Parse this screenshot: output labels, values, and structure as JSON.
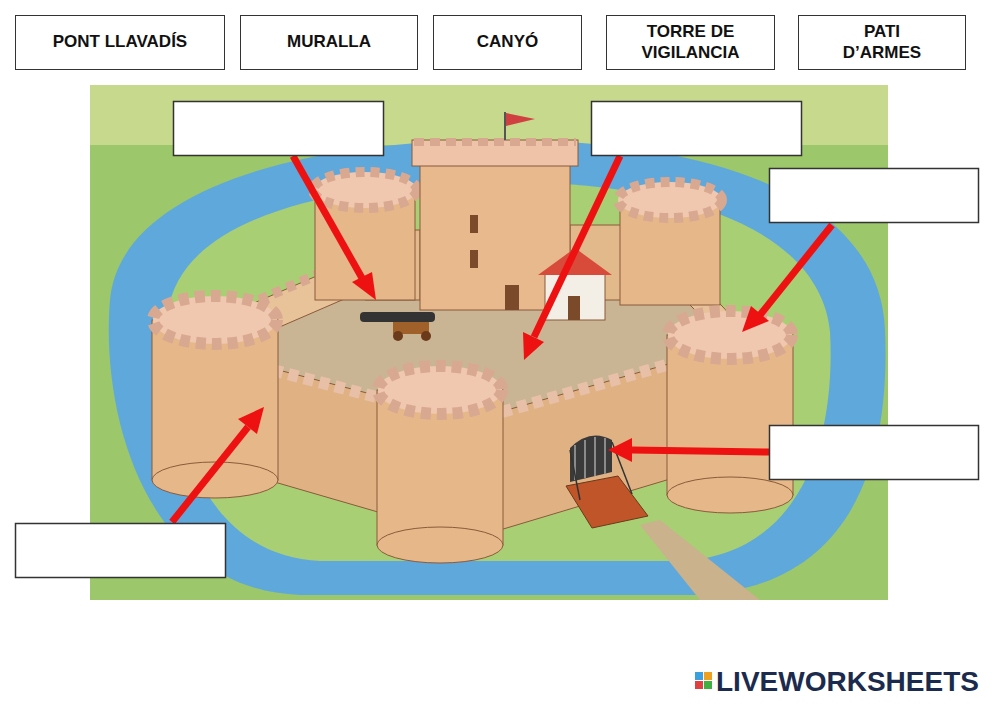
{
  "diagram": {
    "nodes": [
      {
        "text": [
          "PONT LLAVADÍS"
        ]
      },
      {
        "text": [
          "MURALLA"
        ]
      },
      {
        "text": [
          "CANYÓ"
        ]
      },
      {
        "text": [
          "TORRE DE VIGILANCIA"
        ]
      },
      {
        "text": [
          "PATI D’ARMES"
        ]
      }
    ],
    "labels": [
      "LIVEWORKSHEETS"
    ]
  }
}
